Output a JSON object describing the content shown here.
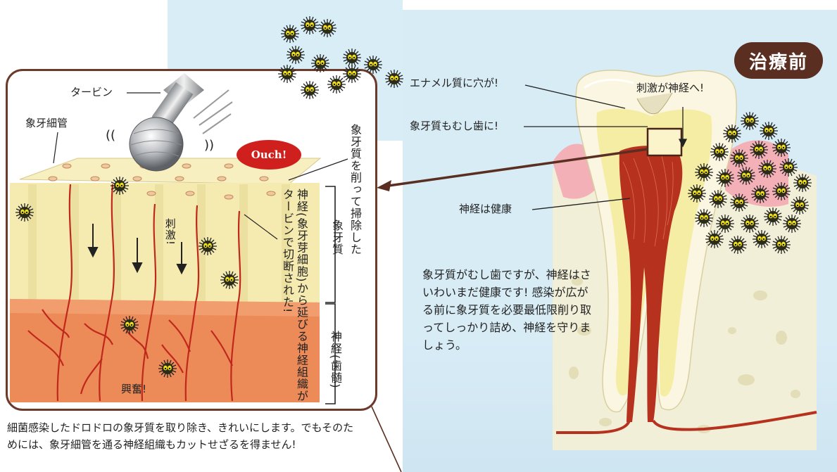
{
  "left_panel": {
    "labels": {
      "turbine": "タービン",
      "dentinal_tubule": "象牙細管",
      "ouch": "Ouch!",
      "stimulus": "刺激!",
      "excitement": "興奮!"
    },
    "vertical_texts": {
      "shaved": "象牙質を削って掃除した",
      "nerve_cut": "神経(象牙芽細胞)から延びる神経組織がタービンで切断された!",
      "dentin": "象牙質",
      "nerve_pulp": "神経(歯髄)"
    },
    "caption": "細菌感染したドロドロの象牙質を取り除き、きれいにします。でもそのためには、象牙細管を通る神経組織もカットせざるを得ません!"
  },
  "right_panel": {
    "title": "治療前",
    "labels": {
      "enamel_hole": "エナメル質に穴が!",
      "stimulus_to_nerve": "刺激が神経へ!",
      "dentin_decay": "象牙質もむし歯に!",
      "nerve_healthy": "神経は健康"
    },
    "body": "象牙質がむし歯ですが、神経はさいわいまだ健康です! 感染が広がる前に象牙質を必要最低限削り取ってしっかり詰め、神経を守りましょう。"
  },
  "colors": {
    "frame_brown": "#6b3a2a",
    "badge_brown": "#5a2e21",
    "ouch_red": "#d0201e",
    "dentin_yellow": "#f6ecb4",
    "pulp_orange": "#ec8a58",
    "nerve_red": "#c0281c",
    "bg_blue": "#d8ecf6"
  }
}
